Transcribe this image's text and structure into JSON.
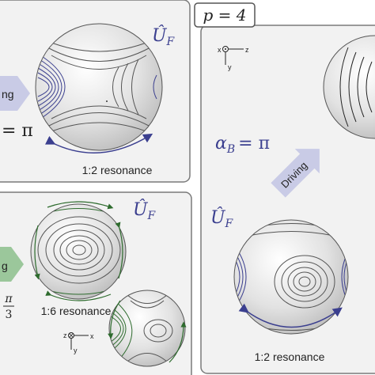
{
  "panels": {
    "top_left": {
      "operator": "Û",
      "operator_sub": "F",
      "resonance": "1:2 resonance",
      "partial_arrow": "ng",
      "partial_eq": "= π"
    },
    "bottom_left": {
      "operator": "Û",
      "operator_sub": "F",
      "resonance": "1:6 resonance",
      "partial_arrow": "g",
      "fraction_num": "π",
      "fraction_den": "3",
      "axes": {
        "z": "z",
        "x": "x",
        "y": "y"
      }
    },
    "right": {
      "header": "p = 4",
      "alpha": "α",
      "alpha_sub": "B",
      "alpha_eq": "= π",
      "driving": "Driving",
      "operator": "Û",
      "operator_sub": "F",
      "resonance": "1:2 resonance",
      "axes": {
        "x": "x",
        "z": "z",
        "y": "y"
      }
    }
  },
  "colors": {
    "panel_bg": "#f2f2f2",
    "panel_border": "#7a7a7a",
    "blue": "#3b3f8f",
    "green": "#2d6b2d",
    "arrow_fill": "#c9cbe6",
    "green_arrow_fill": "#9bc79b",
    "sphere": "#e6e6e6"
  }
}
